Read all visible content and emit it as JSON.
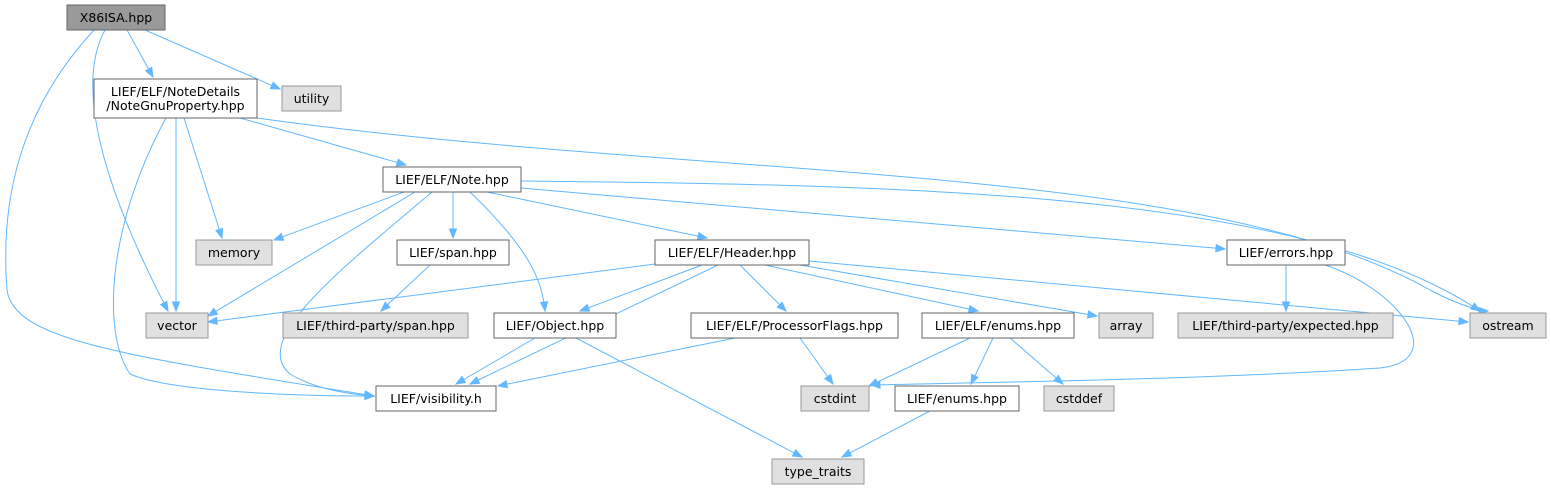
{
  "colors": {
    "root_fill": "#999999",
    "root_stroke": "#666666",
    "internal_fill": "#ffffff",
    "internal_stroke": "#666666",
    "external_fill": "#e0e0e0",
    "external_stroke": "#999999",
    "edge": "#63b8ff"
  },
  "nodes": [
    {
      "id": "x86isa",
      "kind": "root",
      "lines": [
        "X86ISA.hpp"
      ]
    },
    {
      "id": "notegnuproperty",
      "kind": "internal",
      "lines": [
        "LIEF/ELF/NoteDetails",
        "/NoteGnuProperty.hpp"
      ]
    },
    {
      "id": "utility",
      "kind": "external",
      "lines": [
        "utility"
      ]
    },
    {
      "id": "note",
      "kind": "internal",
      "lines": [
        "LIEF/ELF/Note.hpp"
      ]
    },
    {
      "id": "memory",
      "kind": "external",
      "lines": [
        "memory"
      ]
    },
    {
      "id": "span",
      "kind": "internal",
      "lines": [
        "LIEF/span.hpp"
      ]
    },
    {
      "id": "header",
      "kind": "internal",
      "lines": [
        "LIEF/ELF/Header.hpp"
      ]
    },
    {
      "id": "errors",
      "kind": "internal",
      "lines": [
        "LIEF/errors.hpp"
      ]
    },
    {
      "id": "vector",
      "kind": "external",
      "lines": [
        "vector"
      ]
    },
    {
      "id": "tpspan",
      "kind": "external",
      "lines": [
        "LIEF/third-party/span.hpp"
      ]
    },
    {
      "id": "object",
      "kind": "internal",
      "lines": [
        "LIEF/Object.hpp"
      ]
    },
    {
      "id": "procflags",
      "kind": "internal",
      "lines": [
        "LIEF/ELF/ProcessorFlags.hpp"
      ]
    },
    {
      "id": "elfenums",
      "kind": "internal",
      "lines": [
        "LIEF/ELF/enums.hpp"
      ]
    },
    {
      "id": "array",
      "kind": "external",
      "lines": [
        "array"
      ]
    },
    {
      "id": "expected",
      "kind": "external",
      "lines": [
        "LIEF/third-party/expected.hpp"
      ]
    },
    {
      "id": "ostream",
      "kind": "external",
      "lines": [
        "ostream"
      ]
    },
    {
      "id": "visibility",
      "kind": "internal",
      "lines": [
        "LIEF/visibility.h"
      ]
    },
    {
      "id": "cstdint",
      "kind": "external",
      "lines": [
        "cstdint"
      ]
    },
    {
      "id": "enums",
      "kind": "internal",
      "lines": [
        "LIEF/enums.hpp"
      ]
    },
    {
      "id": "cstddef",
      "kind": "external",
      "lines": [
        "cstddef"
      ]
    },
    {
      "id": "typetraits",
      "kind": "external",
      "lines": [
        "type_traits"
      ]
    }
  ],
  "edges": [
    {
      "from": "x86isa",
      "to": "notegnuproperty"
    },
    {
      "from": "x86isa",
      "to": "utility"
    },
    {
      "from": "x86isa",
      "to": "vector"
    },
    {
      "from": "x86isa",
      "to": "visibility"
    },
    {
      "from": "notegnuproperty",
      "to": "note"
    },
    {
      "from": "notegnuproperty",
      "to": "memory"
    },
    {
      "from": "notegnuproperty",
      "to": "vector"
    },
    {
      "from": "notegnuproperty",
      "to": "visibility"
    },
    {
      "from": "notegnuproperty",
      "to": "ostream"
    },
    {
      "from": "note",
      "to": "memory"
    },
    {
      "from": "note",
      "to": "vector"
    },
    {
      "from": "note",
      "to": "span"
    },
    {
      "from": "note",
      "to": "object"
    },
    {
      "from": "note",
      "to": "header"
    },
    {
      "from": "note",
      "to": "errors"
    },
    {
      "from": "note",
      "to": "ostream"
    },
    {
      "from": "note",
      "to": "visibility"
    },
    {
      "from": "span",
      "to": "tpspan"
    },
    {
      "from": "header",
      "to": "vector"
    },
    {
      "from": "header",
      "to": "object"
    },
    {
      "from": "header",
      "to": "procflags"
    },
    {
      "from": "header",
      "to": "elfenums"
    },
    {
      "from": "header",
      "to": "array"
    },
    {
      "from": "header",
      "to": "ostream"
    },
    {
      "from": "header",
      "to": "visibility"
    },
    {
      "from": "errors",
      "to": "expected"
    },
    {
      "from": "errors",
      "to": "cstdint"
    },
    {
      "from": "object",
      "to": "visibility"
    },
    {
      "from": "object",
      "to": "typetraits"
    },
    {
      "from": "procflags",
      "to": "visibility"
    },
    {
      "from": "procflags",
      "to": "cstdint"
    },
    {
      "from": "elfenums",
      "to": "cstdint"
    },
    {
      "from": "elfenums",
      "to": "enums"
    },
    {
      "from": "elfenums",
      "to": "cstddef"
    },
    {
      "from": "enums",
      "to": "typetraits"
    }
  ]
}
